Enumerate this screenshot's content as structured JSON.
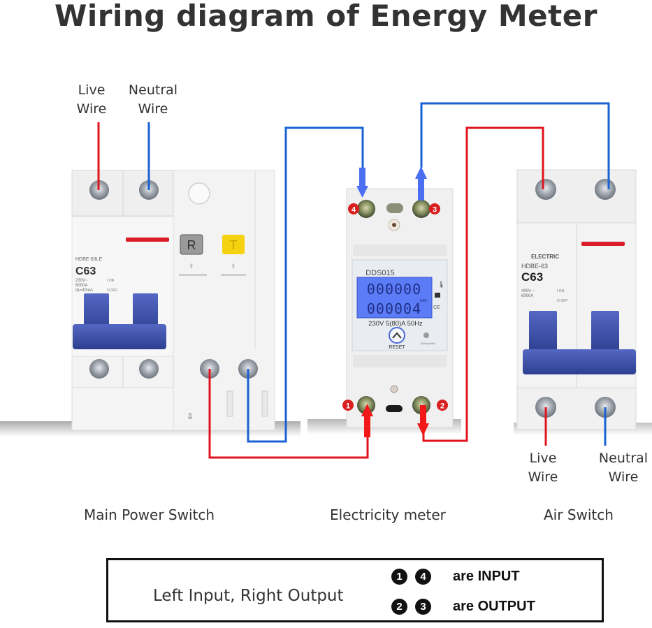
{
  "title": "Wiring diagram of Energy Meter",
  "wire_labels": {
    "input_live": [
      "Live",
      "Wire"
    ],
    "input_neutral": [
      "Neutral",
      "Wire"
    ],
    "output_live": [
      "Live",
      "Wire"
    ],
    "output_neutral": [
      "Neutral",
      "Wire"
    ]
  },
  "colors": {
    "live": "#e0141e",
    "neutral": "#1a62d4",
    "arrow_live": "#f01818",
    "arrow_neutral": "#4a6ff0",
    "terminal_badge": "#d81e1e",
    "lcd": "#5b7cf6",
    "handle": "#3d55b0"
  },
  "devices": {
    "main_switch": {
      "label": "Main Power Switch",
      "model": "HDBE-63LE",
      "rating": "C63",
      "spec_lines": [
        "230V~",
        "6000A",
        "IΔ=30mA"
      ],
      "on_off": [
        "I ON",
        "O OFF"
      ],
      "reset_button": "R",
      "test_button": "T"
    },
    "meter": {
      "label": "Electricity meter",
      "model": "DDS015",
      "lcd_line1": "000000",
      "lcd_line2": "000004",
      "lcd_unit": "kWh",
      "spec": "230V 5(80)A 50Hz",
      "reset_label": "RESET",
      "impulse": "1600imp/kWh",
      "terminals": [
        "1",
        "2",
        "3",
        "4"
      ]
    },
    "air_switch": {
      "label": "Air Switch",
      "brand": "ELECTRIC",
      "model": "HDBE-63",
      "rating": "C63",
      "spec_lines": [
        "400V ~",
        "6000A"
      ],
      "on_off": [
        "I ON",
        "O OFF"
      ]
    }
  },
  "legend": {
    "main_text": "Left Input, Right Output",
    "input_badges": [
      "1",
      "4"
    ],
    "input_text": "are INPUT",
    "output_badges": [
      "2",
      "3"
    ],
    "output_text": "are OUTPUT"
  }
}
